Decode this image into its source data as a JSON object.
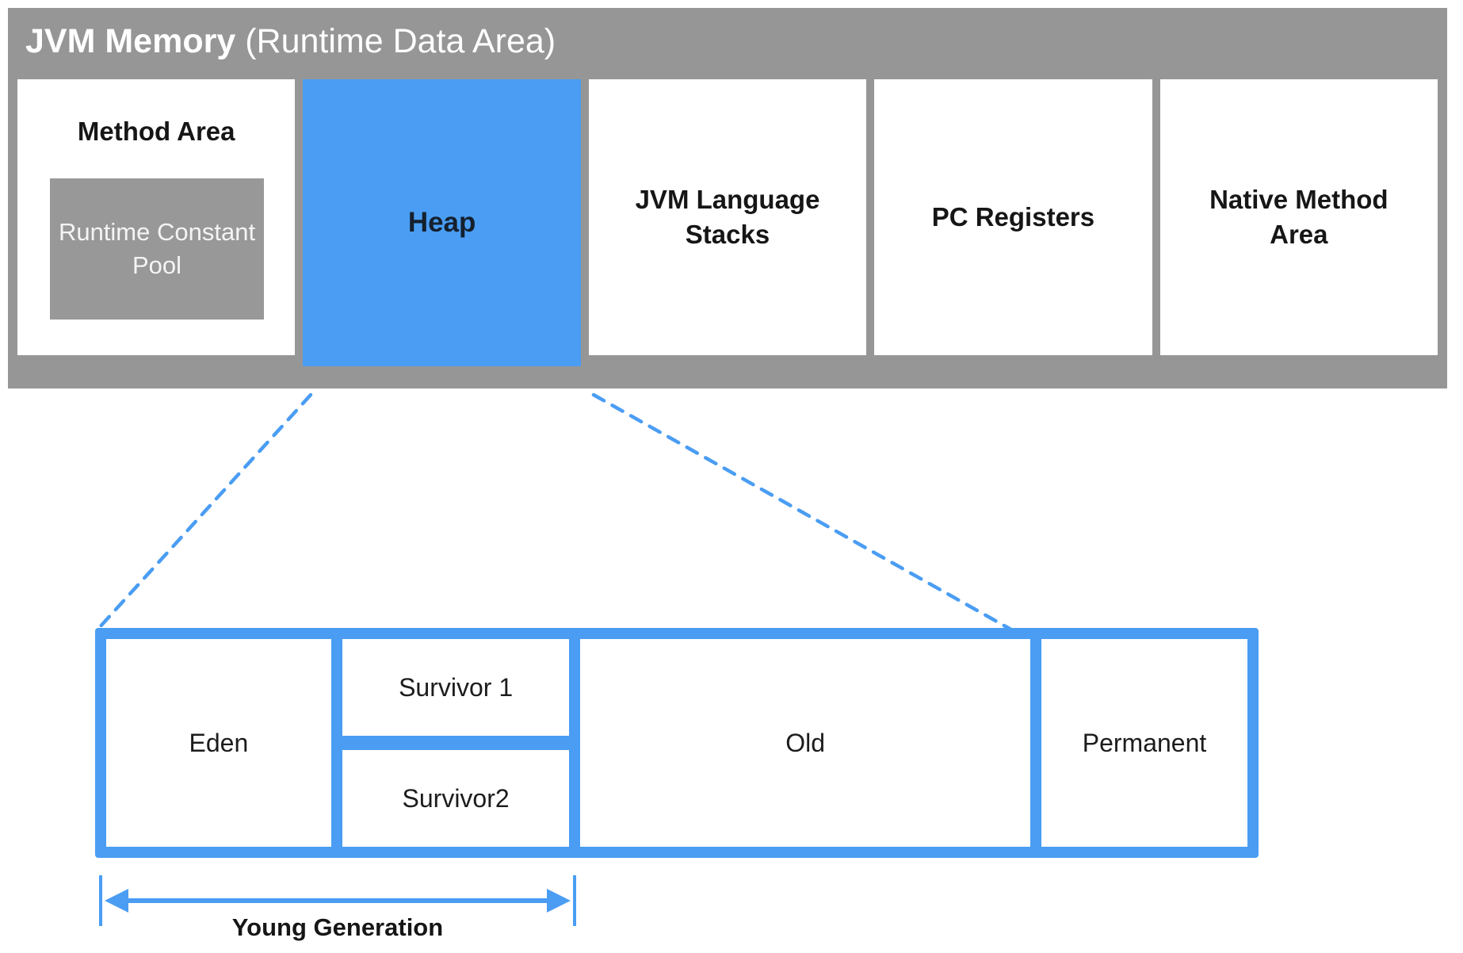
{
  "header": {
    "title_bold": "JVM Memory",
    "title_paren": " (Runtime Data Area)"
  },
  "top_boxes": {
    "method_area": {
      "label": "Method Area",
      "runtime_constant_pool": "Runtime Constant Pool"
    },
    "heap": {
      "label": "Heap"
    },
    "jvm_language_stacks": {
      "label": "JVM Language Stacks"
    },
    "pc_registers": {
      "label": "PC Registers"
    },
    "native_method_area": {
      "label": "Native Method Area"
    }
  },
  "heap_detail": {
    "eden": "Eden",
    "survivor1": "Survivor 1",
    "survivor2": "Survivor2",
    "old": "Old",
    "permanent": "Permanent"
  },
  "annotation": {
    "young_generation": "Young Generation"
  },
  "colors": {
    "accent_blue": "#4A9DF3",
    "container_gray": "#969696",
    "title_text": "#ffffff",
    "box_text": "#161616"
  }
}
